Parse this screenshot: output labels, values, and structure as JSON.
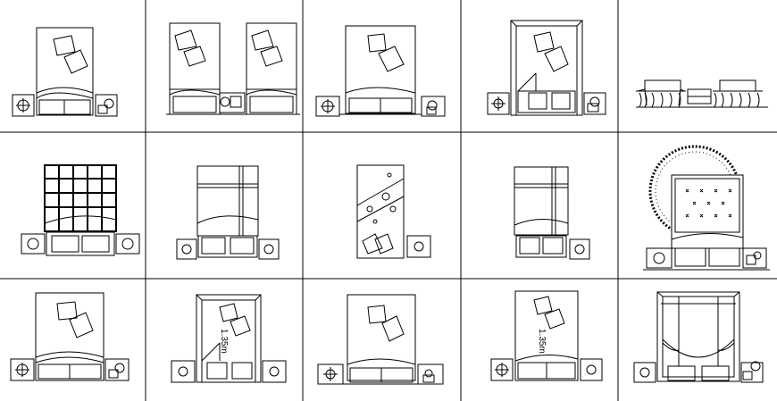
{
  "grid": {
    "cols": 5,
    "rows": 3,
    "line_color": "#000000",
    "background": "#ffffff"
  },
  "annotations": {
    "dimension_1": "1.35m",
    "dimension_2": "1.35m"
  },
  "cells": [
    {
      "id": 1,
      "type": "double-bed-with-two-pillows-and-side-tables"
    },
    {
      "id": 2,
      "type": "twin-single-beds"
    },
    {
      "id": 3,
      "type": "double-bed-with-side-tables"
    },
    {
      "id": 4,
      "type": "framed-bed-with-folded-sheet"
    },
    {
      "id": 5,
      "type": "bed-elevation-pair"
    },
    {
      "id": 6,
      "type": "bed-with-grid-quilt"
    },
    {
      "id": 7,
      "type": "bed-with-cross-stripe"
    },
    {
      "id": 8,
      "type": "single-bed-with-decor-quilt"
    },
    {
      "id": 9,
      "type": "bed-with-stripe-and-pillows"
    },
    {
      "id": 10,
      "type": "tufted-bed-with-round-rug"
    },
    {
      "id": 11,
      "type": "double-bed-with-pillows"
    },
    {
      "id": 12,
      "type": "framed-bed-with-dimension"
    },
    {
      "id": 13,
      "type": "double-bed-with-scattered-pillows"
    },
    {
      "id": 14,
      "type": "bed-with-dimension-label"
    },
    {
      "id": 15,
      "type": "canopy-bed"
    }
  ]
}
